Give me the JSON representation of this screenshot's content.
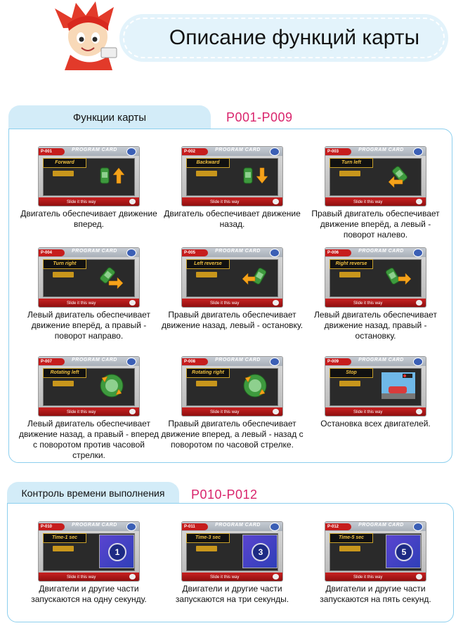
{
  "header": {
    "title": "Описание функций карты"
  },
  "section1": {
    "tab": "Функции карты",
    "code": "P001-P009",
    "cards": [
      {
        "num": "P-001",
        "header": "PROGRAM CARD",
        "label": "Forward",
        "slide": "Slide it this way",
        "desc": "Двигатель обеспечивает движение вперед.",
        "icon": "arrow-up-icon"
      },
      {
        "num": "P-002",
        "header": "PROGRAM CARD",
        "label": "Backward",
        "slide": "Slide it this way",
        "desc": "Двигатель обеспечивает движение назад.",
        "icon": "arrow-down-icon"
      },
      {
        "num": "P-003",
        "header": "PROGRAM CARD",
        "label": "Turn left",
        "slide": "Slide it this way",
        "desc": "Правый двигатель обеспечивает движение вперёд, а левый - поворот налево.",
        "icon": "turn-left-icon"
      },
      {
        "num": "P-004",
        "header": "PROGRAM CARD",
        "label": "Turn right",
        "slide": "Slide it this way",
        "desc": "Левый двигатель обеспечивает движение вперёд, а правый - поворот направо.",
        "icon": "turn-right-icon"
      },
      {
        "num": "P-005",
        "header": "PROGRAM CARD",
        "label": "Left reverse",
        "slide": "Slide it this way",
        "desc": "Правый двигатель обеспечивает движение назад, левый - остановку.",
        "icon": "left-reverse-icon"
      },
      {
        "num": "P-006",
        "header": "PROGRAM CARD",
        "label": "Right reverse",
        "slide": "Slide it this way",
        "desc": "Левый двигатель обеспечивает движение назад, правый - остановку.",
        "icon": "right-reverse-icon"
      },
      {
        "num": "P-007",
        "header": "PROGRAM CARD",
        "label": "Rotating left",
        "slide": "Slide it this way",
        "desc": "Левый двигатель обеспечивает движение назад, а правый - вперед с поворотом против часовой стрелки.",
        "icon": "rotate-left-icon"
      },
      {
        "num": "P-008",
        "header": "PROGRAM CARD",
        "label": "Rotating right",
        "slide": "Slide it this way",
        "desc": "Правый двигатель обеспечивает движение вперед, а левый - назад с поворотом по часовой стрелке.",
        "icon": "rotate-right-icon"
      },
      {
        "num": "P-009",
        "header": "PROGRAM CARD",
        "label": "Stop",
        "slide": "Slide it this way",
        "desc": "Остановка всех двигателей.",
        "icon": "stop-car-icon"
      }
    ]
  },
  "section2": {
    "tab": "Контроль времени выполнения",
    "code": "P010-P012",
    "cards": [
      {
        "num": "P-010",
        "header": "PROGRAM CARD",
        "label": "Time-1 sec",
        "slide": "Slide it this way",
        "timer": "1",
        "desc": "Двигатели и другие части запускаются на одну секунду."
      },
      {
        "num": "P-011",
        "header": "PROGRAM CARD",
        "label": "Time-3 sec",
        "slide": "Slide it this way",
        "timer": "3",
        "desc": "Двигатели и другие части запускаются на три секунды."
      },
      {
        "num": "P-012",
        "header": "PROGRAM CARD",
        "label": "Time-5 sec",
        "slide": "Slide it this way",
        "timer": "5",
        "desc": "Двигатели и другие части запускаются на пять секунд."
      }
    ]
  }
}
